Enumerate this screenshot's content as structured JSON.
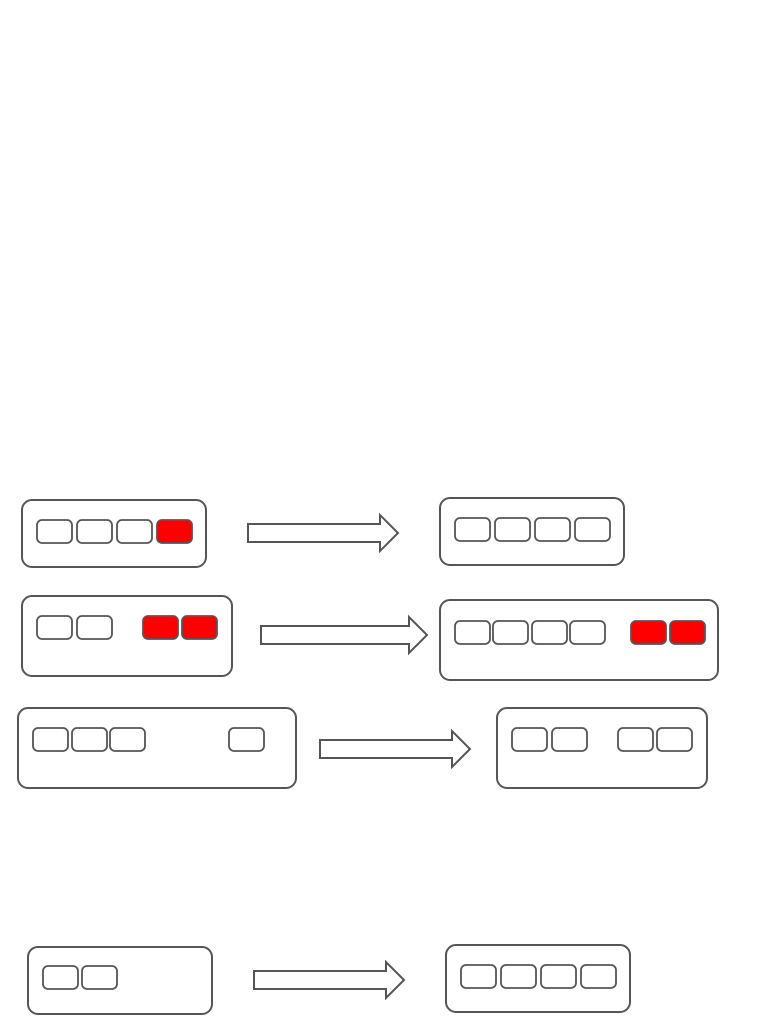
{
  "colors": {
    "background": "#ffffff",
    "outline": "#555555",
    "empty_slot_fill": "#ffffff",
    "highlight_fill": "#ff0000",
    "arrow_fill": "#ffffff"
  },
  "transitions": [
    {
      "id": "row-1",
      "before": [
        "empty",
        "empty",
        "empty",
        "highlight"
      ],
      "after": [
        "empty",
        "empty",
        "empty",
        "empty"
      ]
    },
    {
      "id": "row-2",
      "before": [
        "empty",
        "empty",
        "highlight",
        "highlight"
      ],
      "after": [
        "empty",
        "empty",
        "empty",
        "empty",
        "highlight",
        "highlight"
      ]
    },
    {
      "id": "row-3",
      "before": [
        "empty",
        "empty",
        "empty",
        "empty"
      ],
      "after": [
        "empty",
        "empty",
        "empty",
        "empty"
      ]
    },
    {
      "id": "row-4",
      "before": [
        "empty",
        "empty"
      ],
      "after": [
        "empty",
        "empty",
        "empty",
        "empty"
      ]
    }
  ]
}
